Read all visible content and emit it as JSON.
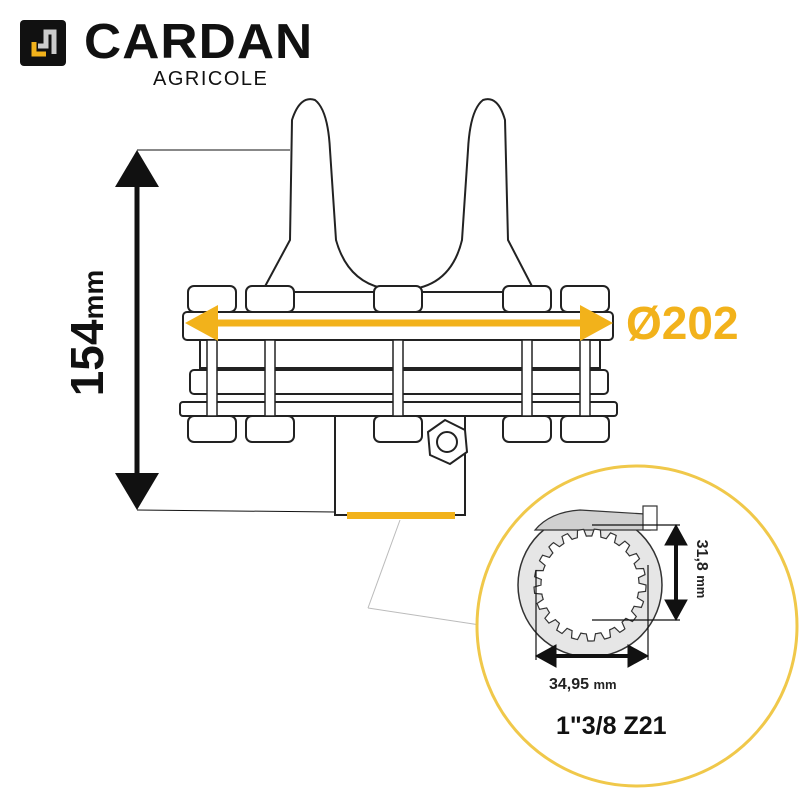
{
  "logo": {
    "brand": "CARDAN",
    "subtitle": "AGRICOLE"
  },
  "dimensions": {
    "height_value": "154",
    "height_unit": "mm",
    "diameter": "Ø202",
    "spline_width_value": "34,95",
    "spline_width_unit": "mm",
    "spline_depth_value": "31,8",
    "spline_depth_unit": "mm",
    "spline_spec": "1\"3/8 Z21"
  },
  "colors": {
    "accent": "#f2b21b",
    "ink": "#111111",
    "inset_border": "#f0c84a"
  }
}
